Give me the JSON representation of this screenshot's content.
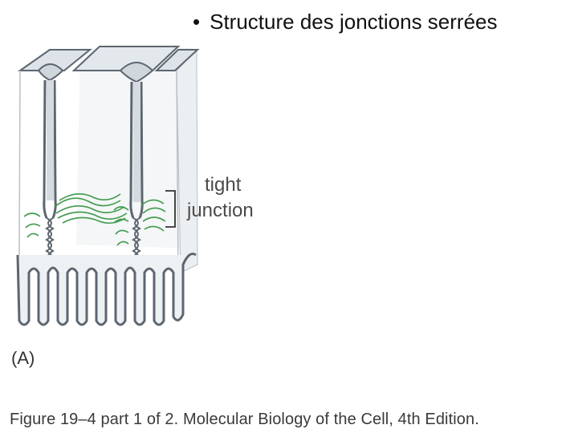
{
  "slide": {
    "title": "Structure des jonctions serrées"
  },
  "figure": {
    "label_tight": "tight",
    "label_junction": "junction",
    "panel_letter": "(A)",
    "caption": "Figure 19–4 part 1 of 2. Molecular Biology of the Cell, 4th Edition."
  },
  "colors": {
    "membrane": "#5d6670",
    "cell_fill": "#e9ecef",
    "surface": "#dfe5ea",
    "strands": "#3f9a4a"
  }
}
